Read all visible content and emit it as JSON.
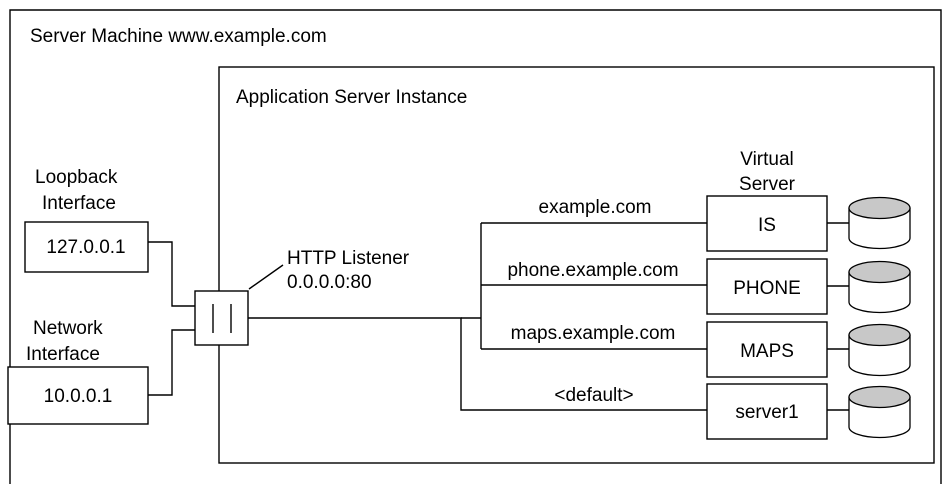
{
  "server_machine": {
    "label": "Server Machine www.example.com"
  },
  "app_server": {
    "label": "Application Server Instance"
  },
  "loopback": {
    "label_line1": "Loopback",
    "label_line2": "Interface",
    "address": "127.0.0.1"
  },
  "network": {
    "label_line1": "Network",
    "label_line2": "Interface",
    "address": "10.0.0.1"
  },
  "listener": {
    "label_line1": "HTTP Listener",
    "label_line2": "0.0.0.0:80"
  },
  "virtual_server_header": {
    "line1": "Virtual",
    "line2": "Server"
  },
  "routes": [
    {
      "host": "example.com",
      "server": "IS"
    },
    {
      "host": "phone.example.com",
      "server": "PHONE"
    },
    {
      "host": "maps.example.com",
      "server": "MAPS"
    },
    {
      "host": "<default>",
      "server": "server1"
    }
  ],
  "colors": {
    "line": "#000000",
    "disk_top": "#c8c8c8",
    "background": "#ffffff"
  }
}
